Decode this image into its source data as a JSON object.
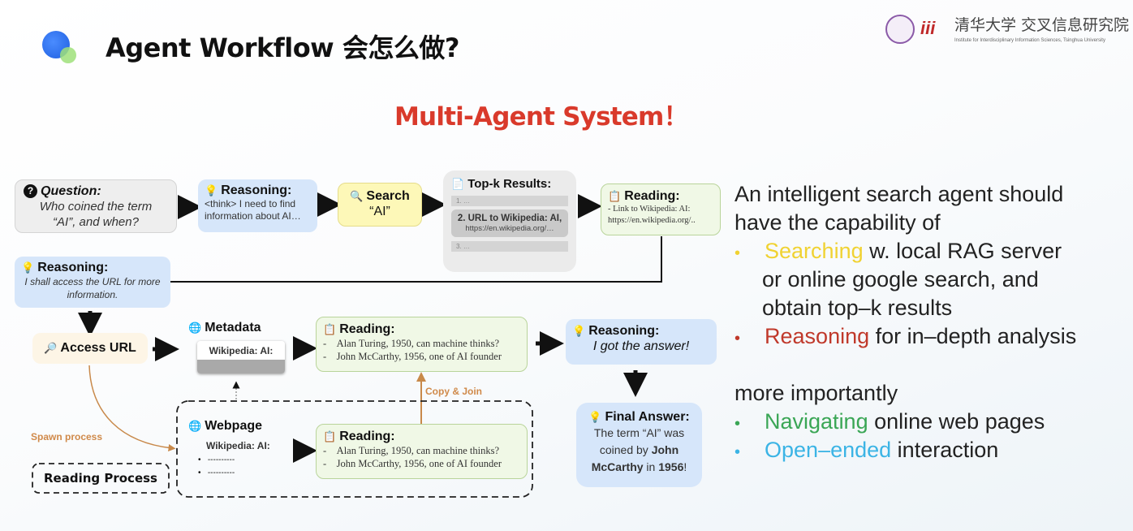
{
  "header": {
    "title": "Agent Workflow 会怎么做?",
    "logo_text": "清华大学 交叉信息研究院",
    "logo_sub": "Institute for Interdisciplinary Information Sciences, Tsinghua University"
  },
  "subtitle": "Multi-Agent System！",
  "diagram": {
    "question": {
      "title": "Question:",
      "text": "Who coined the term “AI”, and when?"
    },
    "reasoning1": {
      "title": "Reasoning:",
      "text": "<think> I need to find information about AI…"
    },
    "search": {
      "title": "Search",
      "text": "“AI”"
    },
    "topk": {
      "title": "Top-k Results:",
      "r1": "1. …",
      "r2a": "2. URL to Wikipedia: AI,",
      "r2b": "https://en.wikipedia.org/…",
      "r3": "3. …"
    },
    "reading1": {
      "title": "Reading:",
      "l1": "- Link to Wikipedia: AI:",
      "l2": "https://en.wikipedia.org/.."
    },
    "reasoning2": {
      "title": "Reasoning:",
      "text": "I shall access the URL for more information."
    },
    "access": {
      "title": "Access URL"
    },
    "metadata": {
      "title": "Metadata",
      "text": "Wikipedia: AI:"
    },
    "reading2": {
      "title": "Reading:",
      "l1": "Alan Turing, 1950, can machine thinks?",
      "l2": "John McCarthy, 1956, one of AI founder"
    },
    "reasoning3": {
      "title": "Reasoning:",
      "text": "I got the answer!"
    },
    "final": {
      "title": "Final Answer:",
      "t1": "The term “AI” was",
      "t2": "coined by ",
      "t3": "John",
      "t4": "McCarthy",
      "t5": " in ",
      "t6": "1956",
      "t7": "!"
    },
    "webpage": {
      "title": "Webpage",
      "text": "Wikipedia: AI:",
      "b1": "----------",
      "b2": "----------"
    },
    "reading3": {
      "title": "Reading:",
      "l1": "Alan Turing, 1950, can machine thinks?",
      "l2": "John McCarthy, 1956, one of AI founder"
    },
    "copy_join": "Copy & Join",
    "spawn": "Spawn process",
    "reading_process": "Reading Process"
  },
  "right": {
    "l1": "An intelligent search agent should",
    "l2": "have the capability of",
    "s1a": "Searching",
    "s1b": " w. local RAG server",
    "l4": "or online google search, and",
    "l5": "obtain top–k results",
    "s2a": "Reasoning",
    "s2b": " for in–depth analysis",
    "l7": "more importantly",
    "s3a": "Navigating",
    "s3b": " online web pages",
    "s4a": "Open–ended",
    "s4b": " interaction",
    "colors": {
      "yellow": "#f0d232",
      "red": "#c0392b",
      "green": "#3aa655",
      "blue": "#3bb4e5"
    }
  }
}
